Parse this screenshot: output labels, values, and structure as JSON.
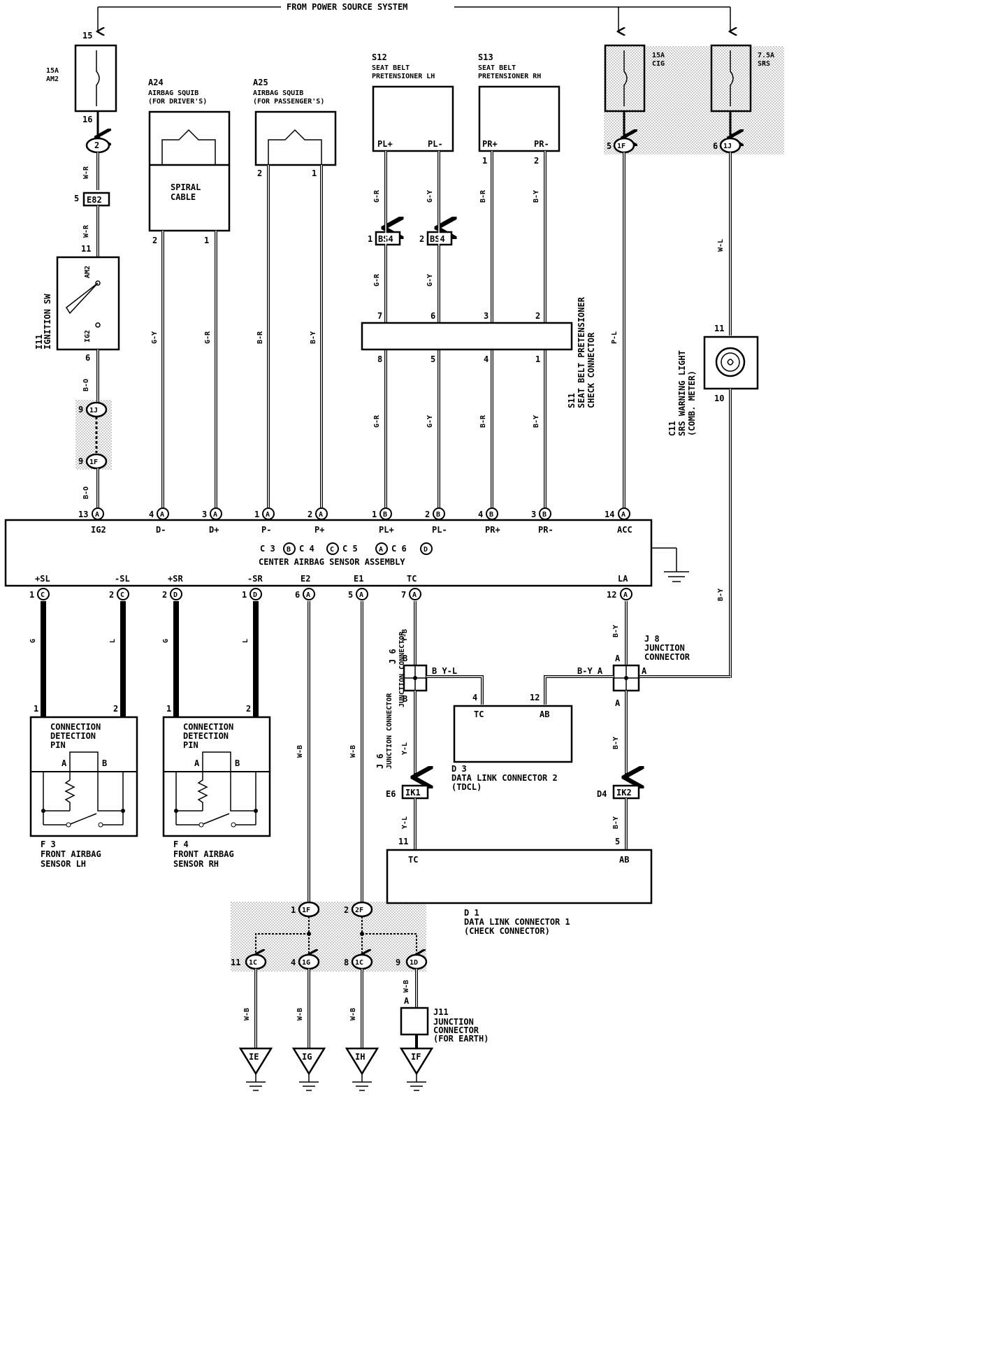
{
  "header": {
    "power_source": "FROM POWER SOURCE SYSTEM"
  },
  "fuses": {
    "am2": {
      "rating": "15A",
      "name": "AM2",
      "pin_in": "15",
      "pin_out": "16"
    },
    "cig": {
      "rating": "15A",
      "name": "CIG",
      "conn": "1F",
      "pin": "5"
    },
    "srs": {
      "rating": "7.5A",
      "name": "SRS",
      "conn": "1J",
      "pin": "6"
    }
  },
  "components": {
    "a24": {
      "code": "A24",
      "name": "AIRBAG SQUIB",
      "sub": "(FOR DRIVER'S)",
      "inner": "SPIRAL",
      "inner2": "CABLE"
    },
    "a25": {
      "code": "A25",
      "name": "AIRBAG SQUIB",
      "sub": "(FOR PASSENGER'S)"
    },
    "s12": {
      "code": "S12",
      "name": "SEAT BELT",
      "sub": "PRETENSIONER LH",
      "p1": "PL+",
      "p2": "PL-"
    },
    "s13": {
      "code": "S13",
      "name": "SEAT BELT",
      "sub": "PRETENSIONER RH",
      "p1": "PR+",
      "p2": "PR-"
    },
    "i11": {
      "code": "I11",
      "name": "IGNITION SW",
      "am2": "AM2",
      "ig2": "IG2"
    },
    "s11": {
      "code": "S11",
      "name": "SEAT BELT PRETENSIONER",
      "sub": "CHECK CONNECTOR"
    },
    "c11": {
      "code": "C11",
      "name": "SRS WARNING LIGHT",
      "sub": "(COMB. METER)"
    },
    "center": {
      "codes": [
        "C 3",
        "B",
        "C 4",
        "C",
        "C 5",
        "A",
        "C 6",
        "D"
      ],
      "name": "CENTER AIRBAG SENSOR ASSEMBLY"
    },
    "f3": {
      "code": "F 3",
      "name": "FRONT AIRBAG",
      "sub": "SENSOR LH",
      "pin_title": "CONNECTION",
      "pin_title2": "DETECTION",
      "pin_title3": "PIN"
    },
    "f4": {
      "code": "F 4",
      "name": "FRONT AIRBAG",
      "sub": "SENSOR RH",
      "pin_title": "CONNECTION",
      "pin_title2": "DETECTION",
      "pin_title3": "PIN"
    },
    "j6": {
      "code": "J 6",
      "name": "JUNCTION CONNECTOR"
    },
    "j8": {
      "code": "J 8",
      "name": "JUNCTION",
      "sub": "CONNECTOR"
    },
    "d3": {
      "code": "D 3",
      "name": "DATA LINK CONNECTOR 2",
      "sub": "(TDCL)",
      "tc": "TC",
      "ab": "AB"
    },
    "d1": {
      "code": "D 1",
      "name": "DATA LINK CONNECTOR 1",
      "sub": "(CHECK CONNECTOR)",
      "tc": "TC",
      "ab": "AB"
    },
    "j11": {
      "code": "J11",
      "name": "JUNCTION",
      "sub": "CONNECTOR",
      "sub2": "(FOR EARTH)"
    }
  },
  "center_top_pins": [
    {
      "num": "13",
      "conn": "A",
      "label": "IG2"
    },
    {
      "num": "4",
      "conn": "A",
      "label": "D-"
    },
    {
      "num": "3",
      "conn": "A",
      "label": "D+"
    },
    {
      "num": "1",
      "conn": "A",
      "label": "P-"
    },
    {
      "num": "2",
      "conn": "A",
      "label": "P+"
    },
    {
      "num": "1",
      "conn": "B",
      "label": "PL+"
    },
    {
      "num": "2",
      "conn": "B",
      "label": "PL-"
    },
    {
      "num": "4",
      "conn": "B",
      "label": "PR+"
    },
    {
      "num": "3",
      "conn": "B",
      "label": "PR-"
    },
    {
      "num": "14",
      "conn": "A",
      "label": "ACC"
    }
  ],
  "center_bottom_pins": [
    {
      "num": "1",
      "conn": "C",
      "label": "+SL"
    },
    {
      "num": "2",
      "conn": "C",
      "label": "-SL"
    },
    {
      "num": "2",
      "conn": "D",
      "label": "+SR"
    },
    {
      "num": "1",
      "conn": "D",
      "label": "-SR"
    },
    {
      "num": "6",
      "conn": "A",
      "label": "E2"
    },
    {
      "num": "5",
      "conn": "A",
      "label": "E1"
    },
    {
      "num": "7",
      "conn": "A",
      "label": "TC"
    },
    {
      "num": "12",
      "conn": "A",
      "label": "LA"
    }
  ],
  "wires": {
    "wr": "W-R",
    "bo": "B-O",
    "gy": "G-Y",
    "gr": "G-R",
    "br": "B-R",
    "by": "B-Y",
    "pl": "P-L",
    "wl": "W-L",
    "g": "G",
    "l": "L",
    "wb": "W-B",
    "yb": "Y-B",
    "yl": "Y-L"
  },
  "connectors": {
    "c2": "2",
    "e82": "E82",
    "e82_pin": "5",
    "i11_pin11": "11",
    "i11_pin6": "6",
    "c1j_top": "1J",
    "c1j_top_pin": "9",
    "c1f_mid": "1F",
    "c1f_mid_pin": "9",
    "bs4": "BS4",
    "bs4_p1": "1",
    "bs4_p2": "2",
    "ik1": "IK1",
    "ik1_pin": "E6",
    "ik2": "IK2",
    "ik2_pin": "D4",
    "c1f_e2": "1F",
    "c1f_e2_pin": "1",
    "c1f_e1": "2F",
    "c1f_e1_pin": "2",
    "c1c": "1C",
    "c1c_pin": "11",
    "c1g": "1G",
    "c1g_pin": "4",
    "c1c2": "1C",
    "c1c2_pin": "8",
    "c1d": "1D",
    "c1d_pin": "9"
  },
  "grounds": [
    "IE",
    "IG",
    "IH",
    "IF"
  ],
  "misc": {
    "j6_b1": "B",
    "j6_b2": "B",
    "j6_by": "B Y-L",
    "j8_a1": "A",
    "j8_a2": "A",
    "j8_a3": "A",
    "j8_by": "B-Y A",
    "d3_pin4": "4",
    "d3_pin12": "12",
    "d1_pin11": "11",
    "d1_pin5": "5",
    "c11_p11": "11",
    "c11_p10": "10",
    "a24_p2": "2",
    "a24_p1": "1",
    "a25_p2": "2",
    "a25_p1": "1",
    "s11_p7": "7",
    "s11_p6": "6",
    "s11_p3": "3",
    "s11_p2": "2",
    "s11_p8": "8",
    "s11_p5": "5",
    "s11_p4": "4",
    "s11_p1": "1",
    "f_a": "A",
    "f_b": "B",
    "f_p1": "1",
    "f_p2": "2",
    "j11_a": "A"
  }
}
